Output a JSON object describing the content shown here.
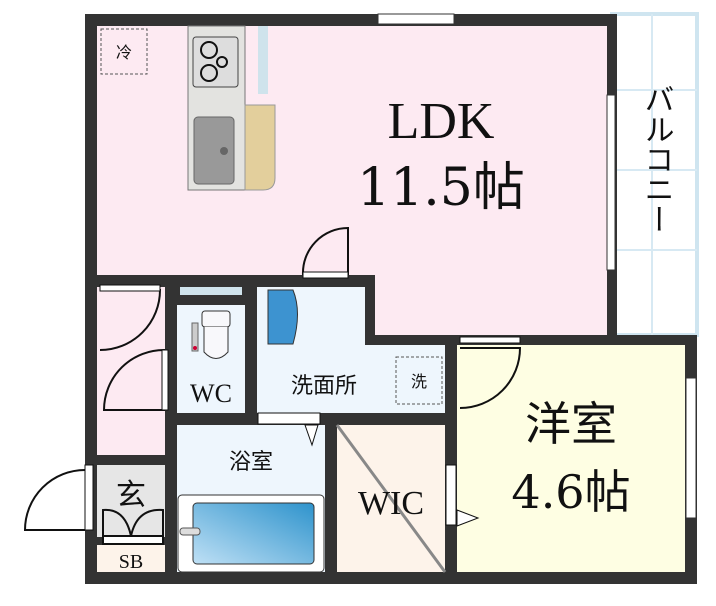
{
  "rooms": {
    "ldk_name": "LDK",
    "ldk_size": "11.5帖",
    "western_name": "洋室",
    "western_size": "4.6帖",
    "washroom": "洗面所",
    "bath": "浴室",
    "wc": "WC",
    "wic": "WIC",
    "entrance": "玄",
    "shoebox": "SB",
    "balcony": "バルコニー"
  },
  "fixtures": {
    "fridge": "冷",
    "washer": "洗"
  },
  "colors": {
    "wall": "#333333",
    "ldk": "#fdeaf2",
    "western": "#fefee3",
    "wet_area": "#eef6fd",
    "wic": "#fdf3ea",
    "entrance": "#e6e6e6",
    "balcony_grid": "#cfe5f0"
  }
}
